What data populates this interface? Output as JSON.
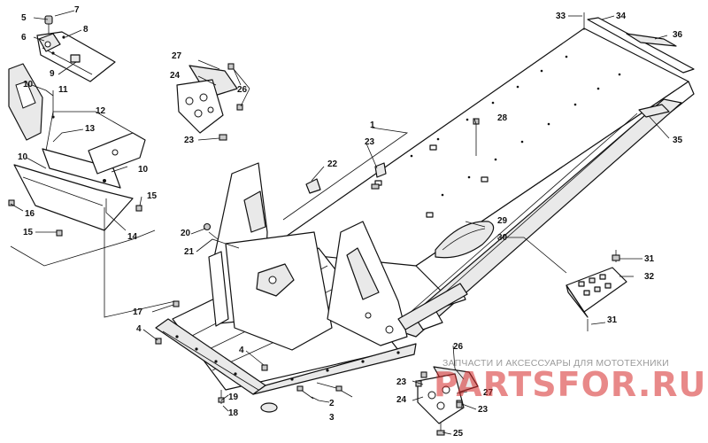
{
  "diagram": {
    "callouts": [
      {
        "id": "c1",
        "text": "1"
      },
      {
        "id": "c2",
        "text": "2"
      },
      {
        "id": "c3",
        "text": "3"
      },
      {
        "id": "c4a",
        "text": "4"
      },
      {
        "id": "c4b",
        "text": "4"
      },
      {
        "id": "c5",
        "text": "5"
      },
      {
        "id": "c6",
        "text": "6"
      },
      {
        "id": "c7",
        "text": "7"
      },
      {
        "id": "c8",
        "text": "8"
      },
      {
        "id": "c9",
        "text": "9"
      },
      {
        "id": "c10a",
        "text": "10"
      },
      {
        "id": "c10b",
        "text": "10"
      },
      {
        "id": "c10c",
        "text": "10"
      },
      {
        "id": "c11",
        "text": "11"
      },
      {
        "id": "c12",
        "text": "12"
      },
      {
        "id": "c13",
        "text": "13"
      },
      {
        "id": "c14",
        "text": "14"
      },
      {
        "id": "c15a",
        "text": "15"
      },
      {
        "id": "c15b",
        "text": "15"
      },
      {
        "id": "c16",
        "text": "16"
      },
      {
        "id": "c17",
        "text": "17"
      },
      {
        "id": "c18",
        "text": "18"
      },
      {
        "id": "c19",
        "text": "19"
      },
      {
        "id": "c20",
        "text": "20"
      },
      {
        "id": "c21",
        "text": "21"
      },
      {
        "id": "c22",
        "text": "22"
      },
      {
        "id": "c23a",
        "text": "23"
      },
      {
        "id": "c23b",
        "text": "23"
      },
      {
        "id": "c23c",
        "text": "23"
      },
      {
        "id": "c23d",
        "text": "23"
      },
      {
        "id": "c24a",
        "text": "24"
      },
      {
        "id": "c24b",
        "text": "24"
      },
      {
        "id": "c25",
        "text": "25"
      },
      {
        "id": "c26a",
        "text": "26"
      },
      {
        "id": "c26b",
        "text": "26"
      },
      {
        "id": "c27a",
        "text": "27"
      },
      {
        "id": "c27b",
        "text": "27"
      },
      {
        "id": "c28",
        "text": "28"
      },
      {
        "id": "c29",
        "text": "29"
      },
      {
        "id": "c30",
        "text": "30"
      },
      {
        "id": "c31a",
        "text": "31"
      },
      {
        "id": "c31b",
        "text": "31"
      },
      {
        "id": "c32",
        "text": "32"
      },
      {
        "id": "c33",
        "text": "33"
      },
      {
        "id": "c34",
        "text": "34"
      },
      {
        "id": "c35",
        "text": "35"
      },
      {
        "id": "c36",
        "text": "36"
      }
    ]
  },
  "watermark": {
    "caption": "ЗАПЧАСТИ И АКСЕССУАРЫ ДЛЯ МОТОТЕХНИКИ",
    "logo": "PARTSFOR.RU",
    "color": "#d62828"
  }
}
